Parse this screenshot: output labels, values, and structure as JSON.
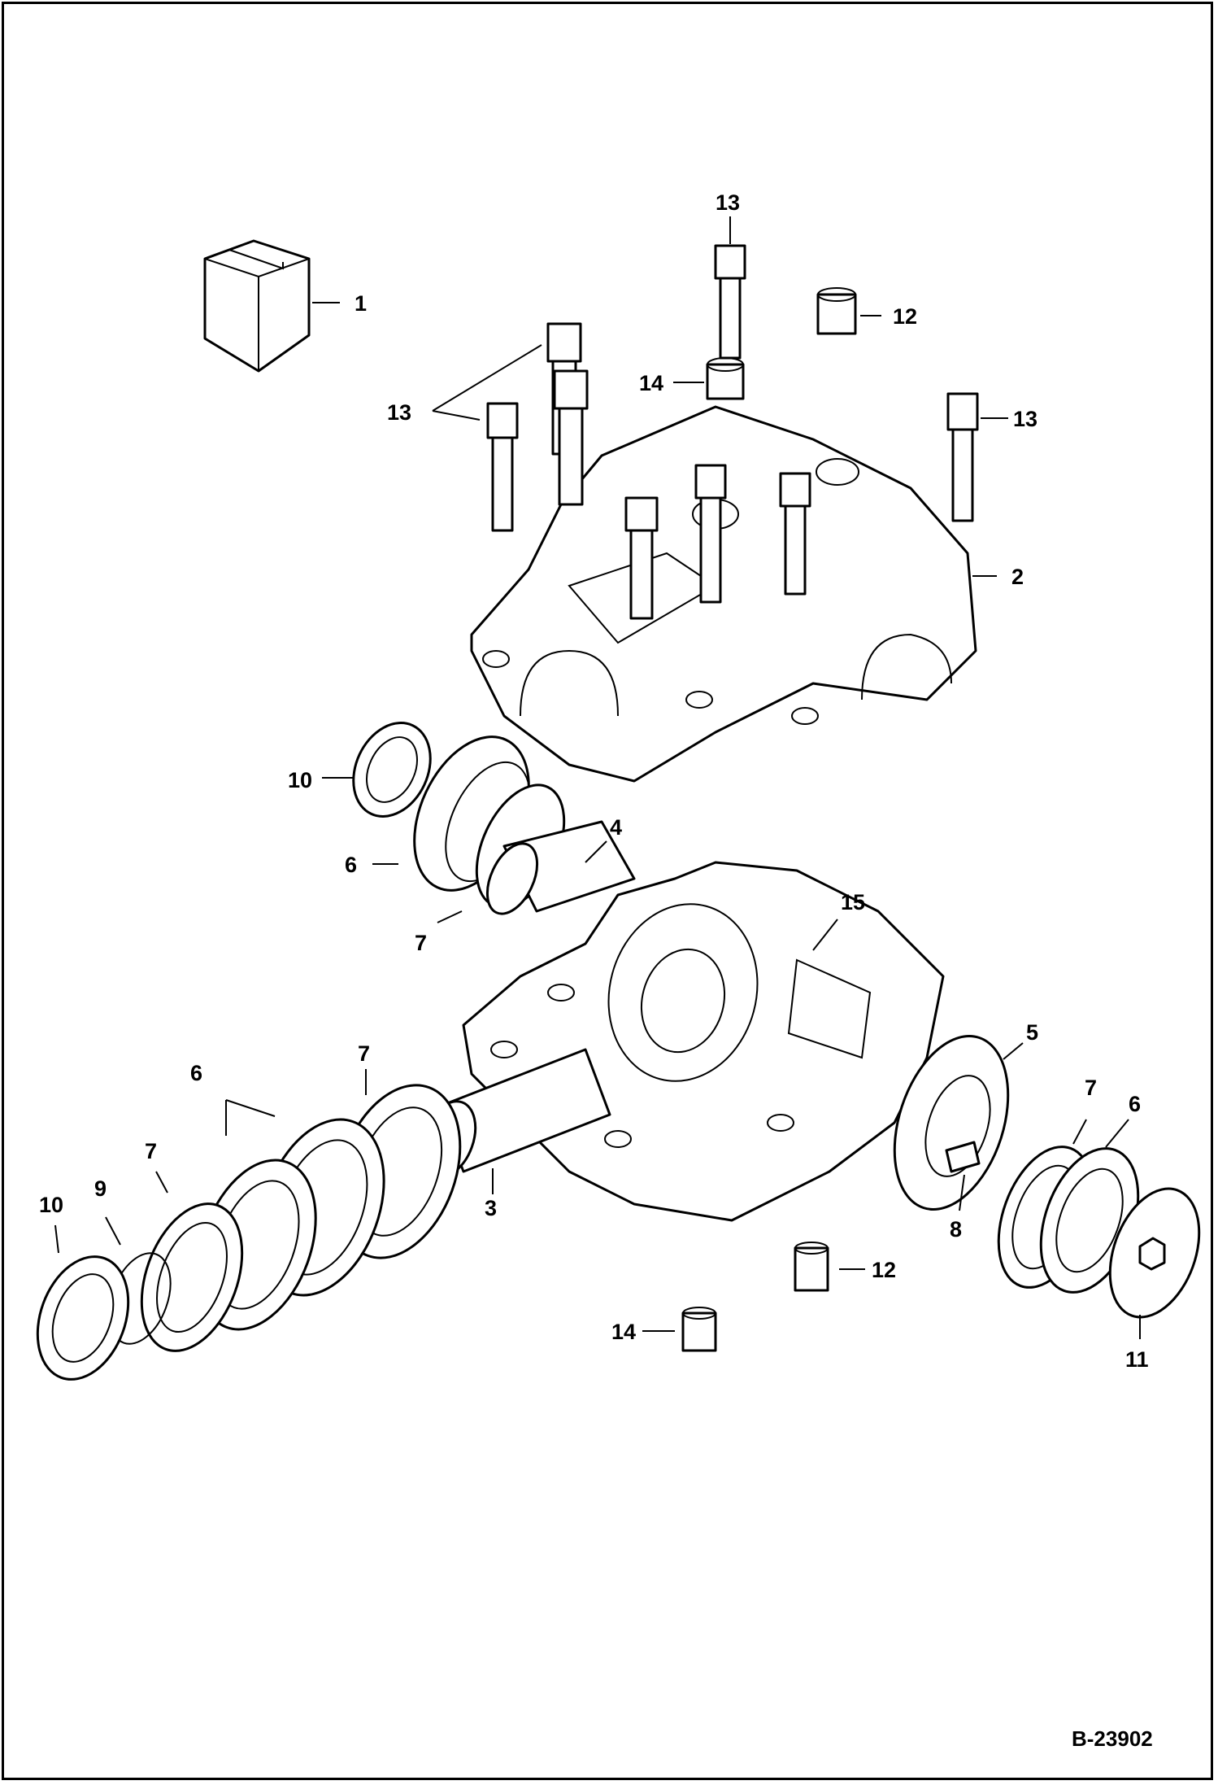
{
  "figure_id": "B-23902",
  "callouts": [
    "1",
    "2",
    "3",
    "4",
    "5",
    "6",
    "6",
    "6",
    "7",
    "7",
    "7",
    "7",
    "8",
    "9",
    "10",
    "10",
    "11",
    "12",
    "12",
    "13",
    "13",
    "13",
    "14",
    "14",
    "15"
  ]
}
